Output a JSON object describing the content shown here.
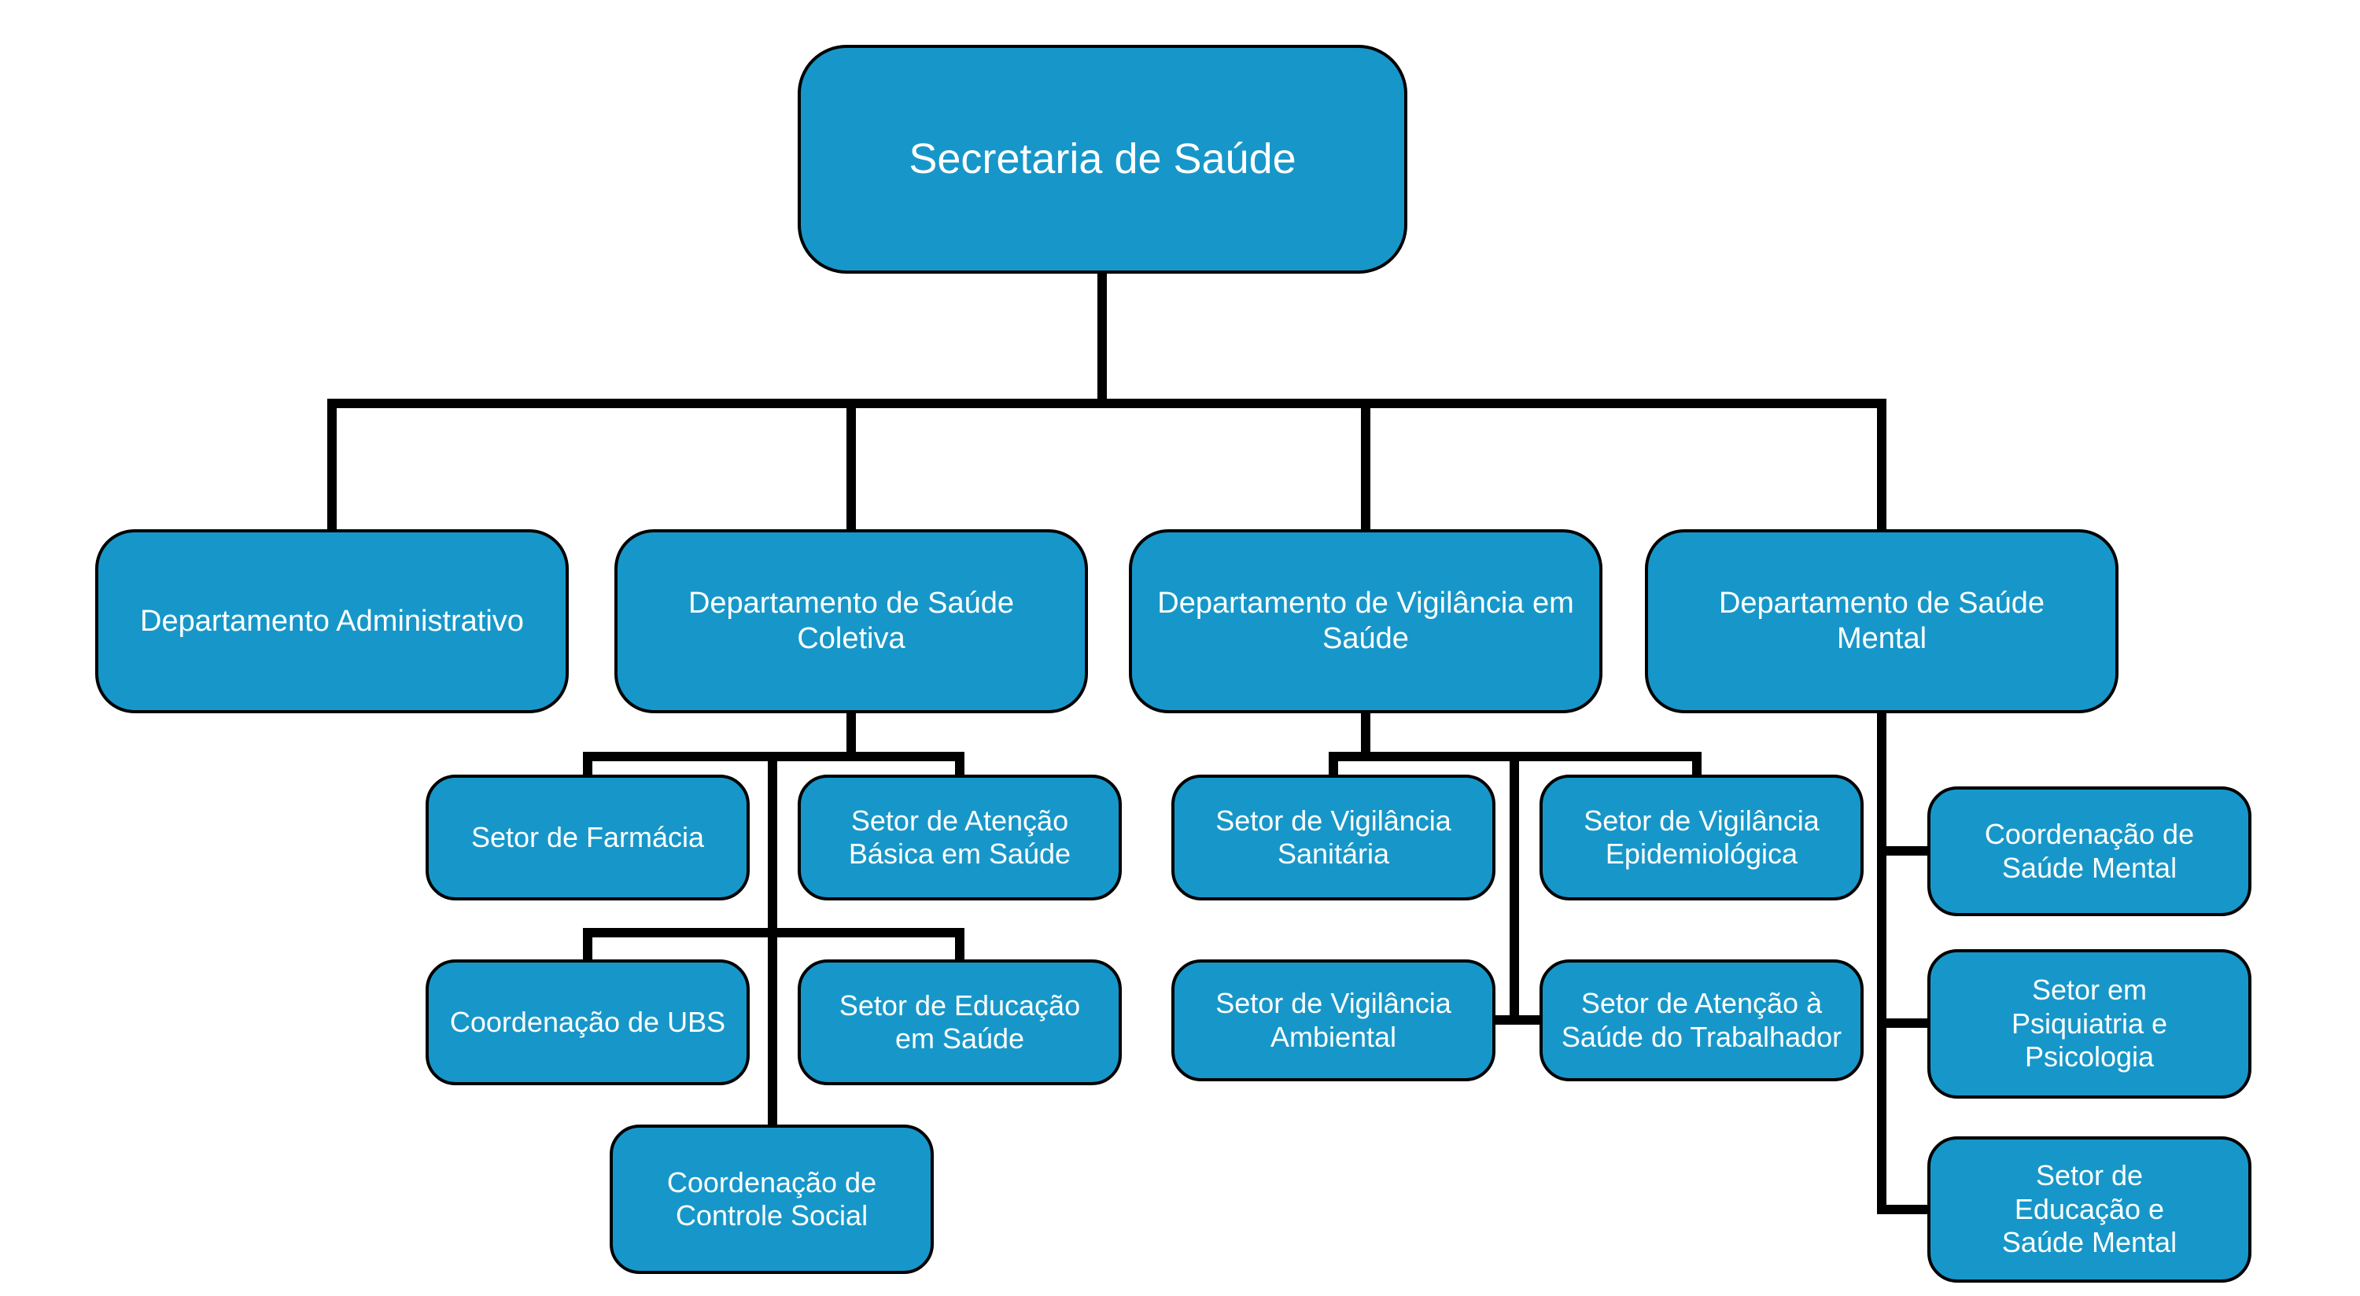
{
  "diagram_type": "org-chart",
  "nodes": {
    "root": "Secretaria de Saúde",
    "dept_admin": "Departamento Administrativo",
    "dept_coletiva": "Departamento de Saúde Coletiva",
    "dept_vigilancia": "Departamento de Vigilância em Saúde",
    "dept_mental": "Departamento de Saúde Mental",
    "farmacia": "Setor de Farmácia",
    "atencao_basica": "Setor de Atenção Básica em Saúde",
    "ubs": "Coordenação de UBS",
    "educacao_saude": "Setor de Educação em Saúde",
    "controle_social": "Coordenação de Controle Social",
    "vig_sanitaria": "Setor de Vigilância Sanitária",
    "vig_epidemiologica": "Setor de Vigilância Epidemiológica",
    "vig_ambiental": "Setor de Vigilância Ambiental",
    "atencao_trabalhador": "Setor de Atenção à Saúde do Trabalhador",
    "coord_saude_mental": "Coordenação de Saúde Mental",
    "psiquiatria_psicologia": "Setor em Psiquiatria e Psicologia",
    "educacao_saude_mental": "Setor de Educação e Saúde Mental"
  },
  "hierarchy": {
    "root": "root",
    "children_of_root": [
      "dept_admin",
      "dept_coletiva",
      "dept_vigilancia",
      "dept_mental"
    ],
    "children_of_dept_coletiva": [
      "farmacia",
      "atencao_basica",
      "ubs",
      "educacao_saude",
      "controle_social"
    ],
    "children_of_dept_vigilancia": [
      "vig_sanitaria",
      "vig_epidemiologica",
      "vig_ambiental",
      "atencao_trabalhador"
    ],
    "children_of_dept_mental": [
      "coord_saude_mental",
      "psiquiatria_psicologia",
      "educacao_saude_mental"
    ]
  },
  "colors": {
    "node_fill": "#1797C9",
    "node_border": "#000000",
    "text_color": "#FFFFFF",
    "connector_color": "#000000",
    "bg_color": "#FFFFFF"
  }
}
